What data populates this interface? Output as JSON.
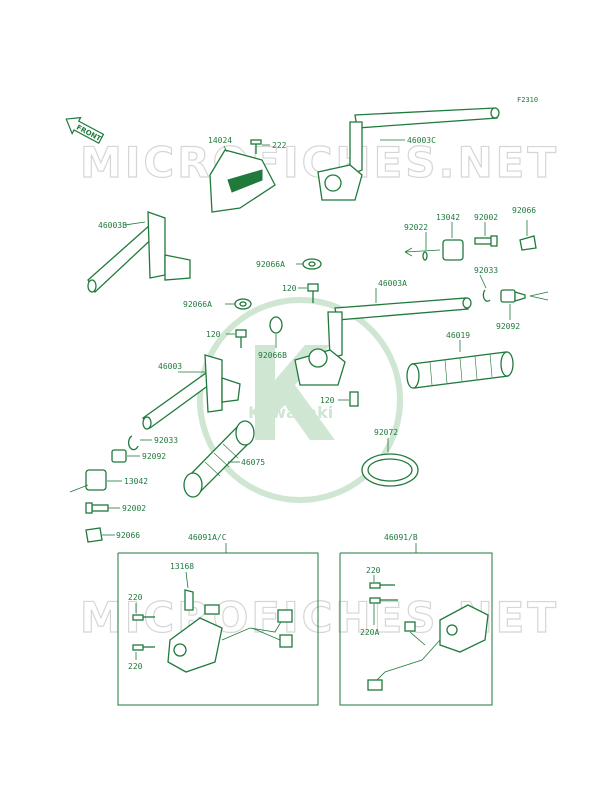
{
  "diagram": {
    "ref_code": "F2310",
    "front_label": "FRONT",
    "watermark_text": "MICROFICHES.NET",
    "logo_text": "Kawasaki",
    "colors": {
      "line": "#1f7a3c",
      "watermark": "#d6d6d6",
      "logo": "#cfe6d2"
    },
    "labels": {
      "p14024": "14024",
      "p222": "222",
      "p46003C": "46003C",
      "p46003B": "46003B",
      "p92022": "92022",
      "p13042_top": "13042",
      "p92002_top": "92002",
      "p92066_top": "92066",
      "p92066A_1": "92066A",
      "p120_1": "120",
      "p46003A": "46003A",
      "p92033_top": "92033",
      "p92066A_2": "92066A",
      "p92092_top": "92092",
      "p120_2": "120",
      "p46019": "46019",
      "p92066B": "92066B",
      "p46003": "46003",
      "p120_3": "120",
      "p92033_bot": "92033",
      "p92092_bot": "92092",
      "p92072": "92072",
      "p46075": "46075",
      "p13042_bot": "13042",
      "p92002_bot": "92002",
      "p92066_bot": "92066",
      "p46091AC": "46091A/C",
      "p46091B": "46091/B",
      "p13168": "13168",
      "p220_1": "220",
      "p220_2": "220",
      "p220_3": "220",
      "p220A": "220A"
    }
  }
}
